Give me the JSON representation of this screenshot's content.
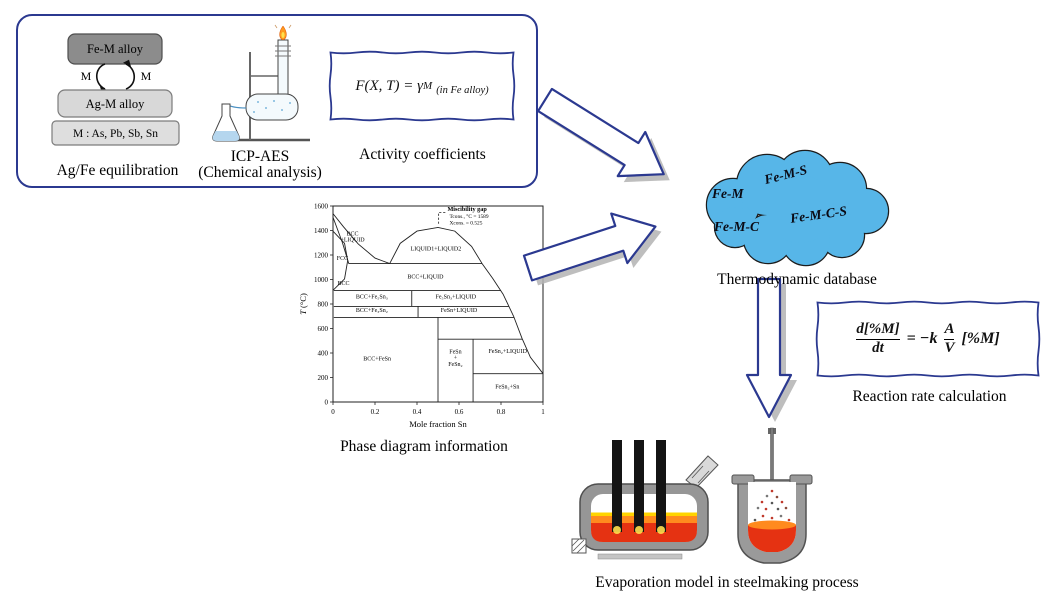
{
  "figure": {
    "captions": {
      "equilibration": "Ag/Fe equilibration",
      "icp_line1": "ICP-AES",
      "icp_line2": "(Chemical analysis)",
      "activity": "Activity coefficients",
      "phase_diagram": "Phase diagram information",
      "database": "Thermodynamic database",
      "rate": "Reaction rate calculation",
      "bottom": "Evaporation model in steelmaking process"
    },
    "equilibration": {
      "top_box": "Fe-M alloy",
      "bottom_box": "Ag-M alloy",
      "exchange_left": "M",
      "exchange_right": "M",
      "m_definition": "M : As, Pb, Sb, Sn"
    },
    "activity_formula": {
      "main": "F(X, T) = γ",
      "sub": "M",
      "note": "(in Fe alloy)"
    },
    "database_items": [
      "Fe-M",
      "Fe-M-S",
      "Fe-M-C",
      "Fe-M-C-S"
    ],
    "rate_equation": {
      "frac1_num": "d[%M]",
      "frac1_den": "dt",
      "middle": "= −k",
      "frac2_num": "A",
      "frac2_den": "V",
      "tail": "[%M]"
    },
    "colors": {
      "accent_blue": "#2b3990",
      "cloud_fill": "#57b6e8",
      "melt_red": "#e53212",
      "melt_orange": "#ff8a1e",
      "melt_yellow": "#ffd400"
    }
  },
  "chart_data": {
    "type": "line",
    "title": "",
    "xlabel": "Mole fraction Sn",
    "ylabel": "T (°C)",
    "xlim": [
      0,
      1
    ],
    "ylim": [
      0,
      1600
    ],
    "xticks": [
      0,
      0.2,
      0.4,
      0.6,
      0.8,
      1
    ],
    "yticks": [
      0,
      200,
      400,
      600,
      800,
      1000,
      1200,
      1400,
      1600
    ],
    "grid": false,
    "legend": "none",
    "boundaries": [
      {
        "name": "liquidus-left",
        "points": [
          [
            0,
            1538
          ],
          [
            0.05,
            1430
          ],
          [
            0.12,
            1290
          ],
          [
            0.2,
            1175
          ],
          [
            0.27,
            1130
          ]
        ]
      },
      {
        "name": "delta-solidus",
        "points": [
          [
            0,
            1508
          ],
          [
            0.045,
            1300
          ],
          [
            0.068,
            1170
          ],
          [
            0.075,
            1130
          ]
        ]
      },
      {
        "name": "miscibility-dome",
        "points": [
          [
            0.27,
            1130
          ],
          [
            0.32,
            1295
          ],
          [
            0.4,
            1395
          ],
          [
            0.5,
            1425
          ],
          [
            0.58,
            1395
          ],
          [
            0.66,
            1270
          ],
          [
            0.71,
            1130
          ]
        ]
      },
      {
        "name": "monotectic-1130",
        "points": [
          [
            0.075,
            1130
          ],
          [
            0.71,
            1130
          ]
        ]
      },
      {
        "name": "liquidus-right",
        "points": [
          [
            0.71,
            1130
          ],
          [
            0.76,
            1010
          ],
          [
            0.81,
            880
          ],
          [
            0.86,
            700
          ],
          [
            0.9,
            520
          ],
          [
            0.94,
            365
          ],
          [
            1,
            232
          ]
        ]
      },
      {
        "name": "fcc-loop",
        "points": [
          [
            0,
            1394
          ],
          [
            0.055,
            1295
          ],
          [
            0.07,
            1155
          ],
          [
            0.055,
            1005
          ],
          [
            0,
            912
          ]
        ]
      },
      {
        "name": "isotherm-910",
        "points": [
          [
            0.004,
            910
          ],
          [
            0.8,
            910
          ]
        ]
      },
      {
        "name": "isotherm-780",
        "points": [
          [
            0.004,
            780
          ],
          [
            0.838,
            780
          ]
        ]
      },
      {
        "name": "isotherm-690",
        "points": [
          [
            0.004,
            690
          ],
          [
            0.862,
            690
          ]
        ]
      },
      {
        "name": "Fe5Sn3-compound-line",
        "points": [
          [
            0.375,
            910
          ],
          [
            0.375,
            780
          ]
        ]
      },
      {
        "name": "Fe3Sn2-compound-line",
        "points": [
          [
            0.405,
            780
          ],
          [
            0.405,
            690
          ]
        ]
      },
      {
        "name": "FeSn-compound-line",
        "points": [
          [
            0.5,
            690
          ],
          [
            0.5,
            0
          ]
        ]
      },
      {
        "name": "FeSn2-compound-line",
        "points": [
          [
            0.667,
            513
          ],
          [
            0.667,
            0
          ]
        ]
      },
      {
        "name": "isotherm-513",
        "points": [
          [
            0.5,
            513
          ],
          [
            0.902,
            513
          ]
        ]
      },
      {
        "name": "isotherm-231",
        "points": [
          [
            0.667,
            231
          ],
          [
            1,
            231
          ]
        ]
      }
    ],
    "region_labels": [
      {
        "text": "BCC\n+LIQUID",
        "x": 0.093,
        "T": 1335
      },
      {
        "text": "FCC",
        "x": 0.045,
        "T": 1160
      },
      {
        "text": "BCC",
        "x": 0.05,
        "T": 955
      },
      {
        "text": "LIQUID1+LIQUID2",
        "x": 0.49,
        "T": 1235
      },
      {
        "text": "BCC+LIQUID",
        "x": 0.44,
        "T": 1010
      },
      {
        "text": "BCC+Fe₅Sn₃",
        "x": 0.185,
        "T": 845
      },
      {
        "text": "Fe₅Sn₃+LIQUID",
        "x": 0.585,
        "T": 845
      },
      {
        "text": "BCC+Fe₃Sn₂",
        "x": 0.185,
        "T": 733
      },
      {
        "text": "FeSn+LIQUID",
        "x": 0.6,
        "T": 733
      },
      {
        "text": "BCC+FeSn",
        "x": 0.21,
        "T": 340
      },
      {
        "text": "FeSn\n+\nFeSn₂",
        "x": 0.583,
        "T": 345
      },
      {
        "text": "FeSn₂+LIQUID",
        "x": 0.832,
        "T": 400
      },
      {
        "text": "FeSn₂+Sn",
        "x": 0.83,
        "T": 112
      }
    ],
    "annotation": {
      "title": "Miscibility gap",
      "line1": "Tcons., °C = 1589",
      "line2": "Xcons. = 0.525",
      "x": 0.545,
      "T": 1558,
      "bracket": [
        [
          0.535,
          1548
        ],
        [
          0.503,
          1548
        ],
        [
          0.503,
          1455
        ]
      ]
    }
  }
}
